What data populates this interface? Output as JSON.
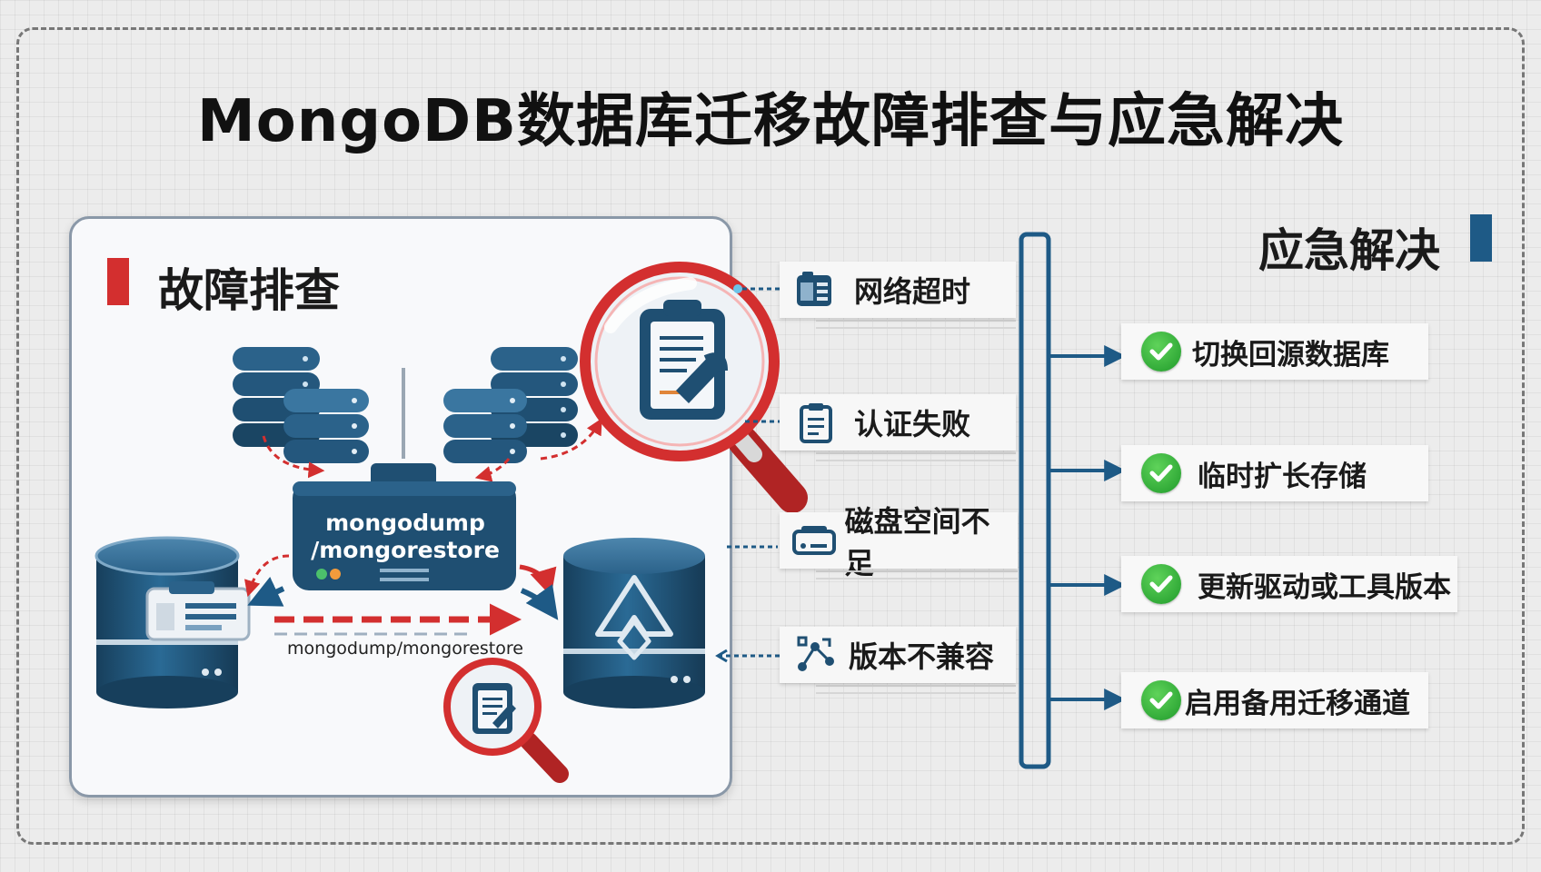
{
  "title": "MongoDB数据库迁移故障排查与应急解决",
  "left_section": {
    "heading": "故障排查"
  },
  "right_section": {
    "heading": "应急解决"
  },
  "diagram": {
    "tool_box_line1": "mongodump",
    "tool_box_line2": "/mongorestore",
    "arrow_label": "mongodump/mongorestore"
  },
  "faults": [
    {
      "label": "网络超时",
      "icon": "server-rack-icon"
    },
    {
      "label": "认证失败",
      "icon": "clipboard-icon"
    },
    {
      "label": "磁盘空间不足",
      "icon": "disk-drive-icon"
    },
    {
      "label": "版本不兼容",
      "icon": "version-flow-icon"
    }
  ],
  "solutions": [
    {
      "label": "切换回源数据库",
      "icon": "check-icon"
    },
    {
      "label": "临时扩长存储",
      "icon": "check-icon"
    },
    {
      "label": "更新驱动或工具版本",
      "icon": "check-icon"
    },
    {
      "label": "启用备用迁移通道",
      "icon": "check-icon"
    }
  ],
  "colors": {
    "accent_red": "#d32f2f",
    "accent_blue": "#1e5a86",
    "database_blue": "#1f4f72",
    "check_green": "#2fb33a"
  }
}
